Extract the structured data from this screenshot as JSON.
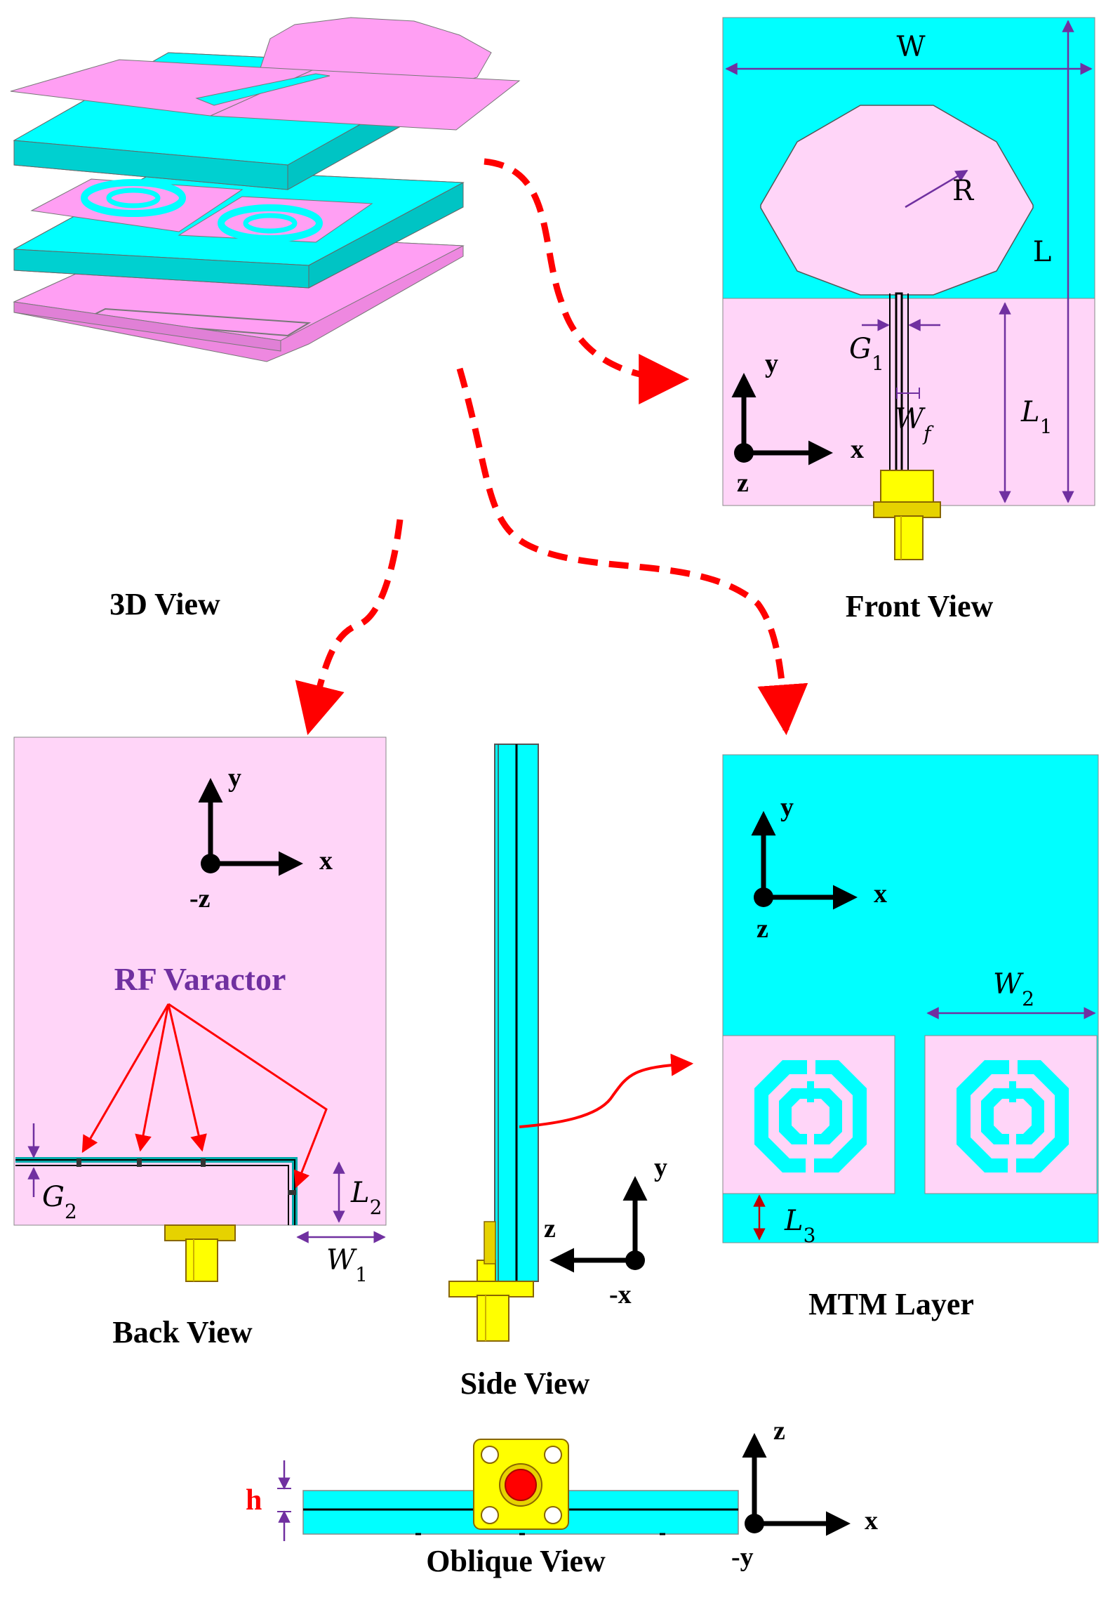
{
  "colors": {
    "substrate": "#00ffff",
    "metal": "#ff9ff3",
    "metal_light": "#ffd5f8",
    "connector": "#ffff00",
    "arrow_red": "#ff0000",
    "dimension": "#7030a0"
  },
  "captions": {
    "view3d": "3D View",
    "front": "Front View",
    "back": "Back View",
    "side": "Side View",
    "mtm": "MTM Layer",
    "oblique": "Oblique View"
  },
  "front_dims": {
    "W": "W",
    "R": "R",
    "L": "L",
    "G1": "G",
    "G1_sub": "1",
    "Wf": "W",
    "Wf_sub": "f",
    "L1": "L",
    "L1_sub": "1"
  },
  "back_dims": {
    "rf_varactor": "RF Varactor",
    "G2": "G",
    "G2_sub": "2",
    "L2": "L",
    "L2_sub": "2",
    "W1": "W",
    "W1_sub": "1"
  },
  "mtm_dims": {
    "W2": "W",
    "W2_sub": "2",
    "L3": "L",
    "L3_sub": "3"
  },
  "oblique_dims": {
    "h": "h"
  },
  "axes": {
    "front": {
      "up": "y",
      "right": "x",
      "out": "z"
    },
    "back": {
      "up": "y",
      "right": "x",
      "out": "-z"
    },
    "mtm": {
      "up": "y",
      "right": "x",
      "out": "z"
    },
    "side": {
      "up": "y",
      "left": "z",
      "out": "-x"
    },
    "oblique": {
      "up": "z",
      "right": "x",
      "out": "-y"
    }
  }
}
